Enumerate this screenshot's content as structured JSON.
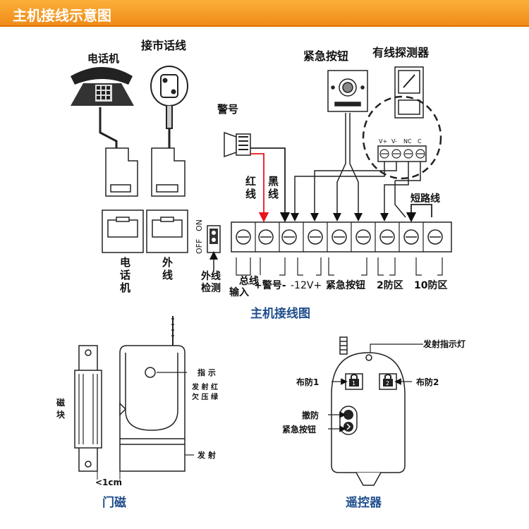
{
  "header_title": "主机接线示意图",
  "labels": {
    "phone": "电话机",
    "city_line": "接市话线",
    "siren": "警号",
    "emergency_button": "紧急按钮",
    "wired_detector": "有线探测器",
    "red": "红",
    "red2": "线",
    "black": "黑",
    "black2": "线",
    "short_wire": "短路线",
    "port_phone_1": "电",
    "port_phone_2": "话",
    "port_phone_3": "机",
    "port_ext_1": "外",
    "port_ext_2": "线",
    "ext_detect_1": "外线",
    "ext_detect_2": "检测",
    "off": "OFF",
    "on": "ON",
    "bus_1": "总线",
    "bus_2": "输入",
    "plus_siren": "+警号-",
    "minus_12v": "-12V+",
    "emergency_terms": "紧急按钮",
    "zone2": "2防区",
    "zone10": "10防区",
    "detector_pins": [
      "V+",
      "V-",
      "NC",
      "C"
    ],
    "main_caption": "主机接线图",
    "indicator": "指  示",
    "tx_red": "发 射 红",
    "low_green": "欠 压 绿",
    "transmit": "发   射",
    "magnet_1": "磁",
    "magnet_2": "块",
    "lt1cm": "<1cm",
    "door_caption": "门磁",
    "tx_lamp": "发射指示灯",
    "arm1": "布防1",
    "arm2": "布防2",
    "disarm": "撤防",
    "emergency": "紧急按钮",
    "remote_caption": "遥控器",
    "key1": "1",
    "key2": "2"
  },
  "colors": {
    "header": "#f39a1e",
    "red_wire": "#e8141b",
    "caption_blue": "#1f4e8c"
  }
}
